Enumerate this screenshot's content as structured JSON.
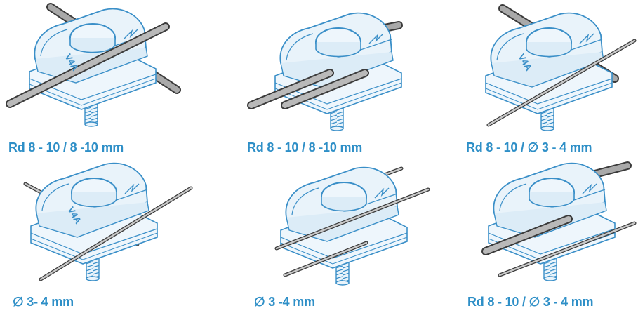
{
  "items": [
    {
      "caption": "Rd 8 - 10 / 8 -10 mm",
      "stamp": "V4A"
    },
    {
      "caption": "Rd 8 - 10 / 8 -10 mm"
    },
    {
      "caption": "Rd 8 - 10 / ∅ 3 - 4 mm",
      "stamp": "V4A"
    },
    {
      "caption": "∅  3- 4 mm",
      "stamp": "V4A"
    },
    {
      "caption": "∅  3 -4 mm"
    },
    {
      "caption": "Rd 8 - 10 / ∅ 3 - 4 mm"
    }
  ],
  "colors": {
    "caption": "#2e8fc7",
    "outline": "#3a8fc8",
    "body_fill": "#e9f3fa",
    "rod": "#7a7a7a"
  }
}
